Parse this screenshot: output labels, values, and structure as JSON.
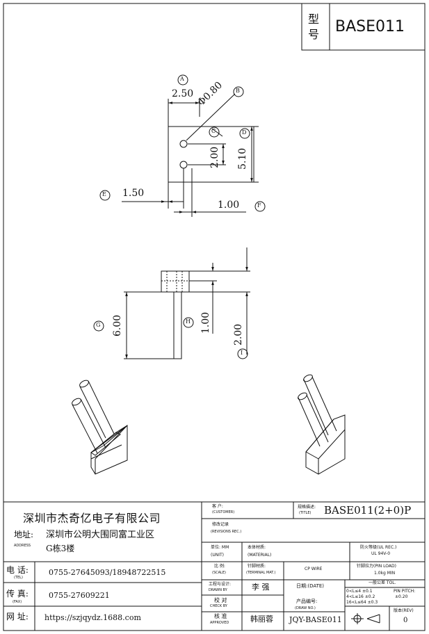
{
  "title_block": {
    "model_char1": "型",
    "model_char2": "号",
    "model_value": "BASE011"
  },
  "drawing": {
    "callouts": [
      "A",
      "B",
      "C",
      "D",
      "E",
      "F",
      "G",
      "H",
      "I"
    ],
    "dims": {
      "A": "2.50",
      "B": "Φ0.80",
      "C": "2.00",
      "D": "5.10",
      "E": "1.50",
      "F": "1.00",
      "G": "6.00",
      "H": "1.00",
      "I": "2.00"
    }
  },
  "company": {
    "name": "深圳市杰奇亿电子有限公司",
    "address_label": "地址:",
    "address_en": "ADDRESS",
    "address_line1": "深圳市公明大围同富工业区",
    "address_line2": "G栋3楼",
    "tel_label": "电  话:",
    "tel_en": "(TEL)",
    "tel_value": "0755-27645093/18948722515",
    "fax_label": "传  真:",
    "fax_en": "(FAX)",
    "fax_value": "0755-27609221",
    "web_label": "网  址:",
    "web_value": "https://szjqydz.1688.com"
  },
  "table": {
    "customer_label": "客  户:",
    "customer_en": "(CUSTOMER)",
    "title_label": "规格描述:",
    "title_en": "(TITLE)",
    "title_value": "BASE011(2+0)P",
    "rev_label": "修改记录",
    "rev_en": "(REVISIONS REC.)",
    "unit_label": "单位: MM",
    "unit_en": "(UNIT)",
    "material_label": "本体材质:",
    "material_en": "(MATERIAL)",
    "fire_label": "防火等级(UL REC.)",
    "fire_value": "UL 94V-0",
    "scale_label": "比  例:",
    "scale_en": "(SCALE)",
    "terminal_label": "针脚材质:",
    "terminal_en": "(TERMINAL MAT.)",
    "terminal_value": "CP WIRE",
    "pinload_label": "针脚拉力(PIN LOAD)",
    "pinload_value": "1.0kg MIN",
    "drawn_label": "工程与设计:",
    "drawn_en": "DRAWN BY",
    "drawn_value": "李  强",
    "date_label": "日期:(DATE)",
    "tol_label": "一般公差 TOL.",
    "tol_row1": "0<L≤4  ±0.1",
    "tol_row2": "4<L≤16 ±0.2",
    "tol_row3": "16<L≤64 ±0.3",
    "pitch_label": "PIN PITCH:",
    "pitch_value": "±0.20",
    "check_label": "校  对",
    "check_en": "CHECK BY",
    "product_label": "产品编号:",
    "product_en": "(DRAW NO.)",
    "product_value": "JQY-BASE011",
    "approved_label": "核  准",
    "approved_en": "APPROVED",
    "approved_value": "韩丽蓉",
    "rev_no_label": "版本(REV)",
    "rev_no_value": "0"
  }
}
